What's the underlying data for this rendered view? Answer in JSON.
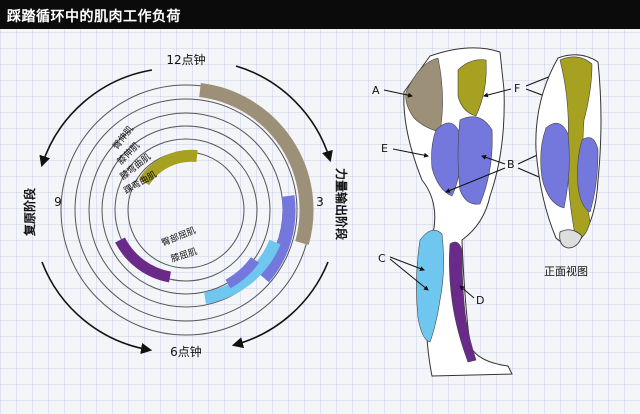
{
  "title": "踩踏循环中的肌肉工作负荷",
  "cycle": {
    "top": "12点钟",
    "bottom": "6点钟",
    "right_num": "3",
    "left_num": "9",
    "right_phase": "力量输出阶段",
    "left_phase": "复原阶段",
    "ring_labels": [
      "臀伸肌",
      "膝伸肌",
      "膝弯曲肌",
      "踝弯曲肌",
      "臀部屈肌",
      "膝屈肌"
    ]
  },
  "muscle_letters": [
    "A",
    "B",
    "C",
    "D",
    "E",
    "F"
  ],
  "front_view_label": "正面视图",
  "colors": {
    "taupe": "#9c9078",
    "olive": "#a7a122",
    "blue": "#7478dc",
    "lightblue": "#6fc6ee",
    "purple": "#6a2a8a"
  }
}
